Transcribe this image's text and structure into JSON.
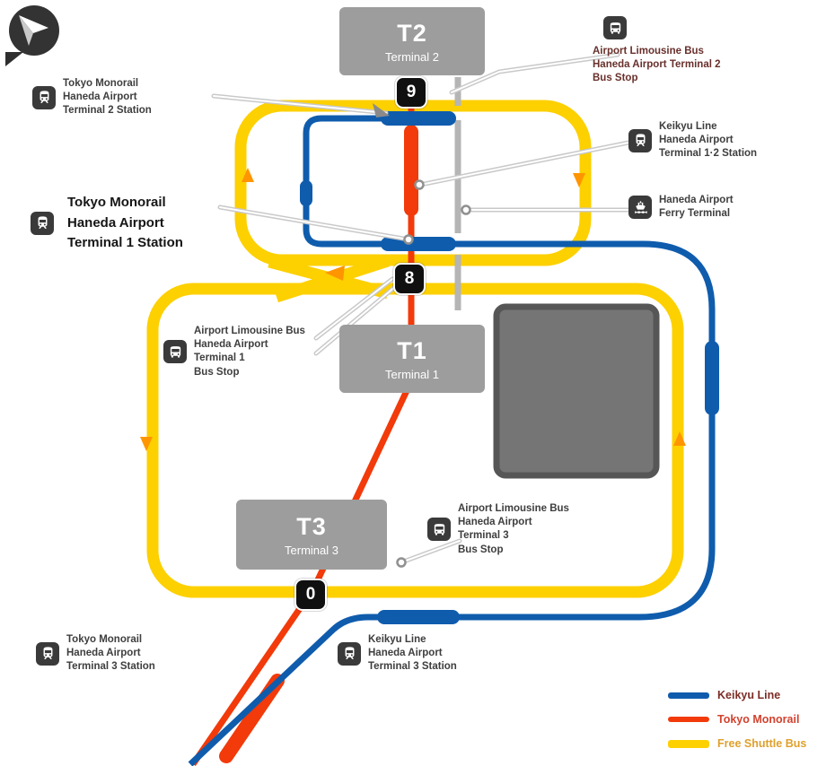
{
  "colors": {
    "monorail_red": "#f23a0a",
    "keikyu_blue": "#0f5cad",
    "shuttle_yellow": "#fdd000",
    "arrow_orange": "#ff9500",
    "terminal_gray": "#9d9d9d"
  },
  "terminals": {
    "t2": {
      "code": "T2",
      "name": "Terminal 2"
    },
    "t1": {
      "code": "T1",
      "name": "Terminal 1"
    },
    "t3": {
      "code": "T3",
      "name": "Terminal 3"
    }
  },
  "badges": {
    "t2": "9",
    "t1": "8",
    "t3": "0"
  },
  "labels": {
    "monorail_t2": {
      "l1": "Tokyo Monorail",
      "l2": "Haneda Airport",
      "l3": "Terminal 2 Station"
    },
    "monorail_t1": {
      "l1": "Tokyo Monorail",
      "l2": "Haneda Airport",
      "l3": "Terminal 1 Station"
    },
    "monorail_t3": {
      "l1": "Tokyo Monorail",
      "l2": "Haneda Airport",
      "l3": "Terminal 3 Station"
    },
    "keikyu_t12": {
      "l1": "Keikyu Line",
      "l2": "Haneda Airport",
      "l3": "Terminal 1·2 Station"
    },
    "keikyu_t3": {
      "l1": "Keikyu Line",
      "l2": "Haneda Airport",
      "l3": "Terminal 3 Station"
    },
    "bus_t2": {
      "l1": "Airport Limousine Bus",
      "l2": "Haneda Airport Terminal 2",
      "l3": "Bus Stop"
    },
    "bus_t1": {
      "l1": "Airport Limousine Bus",
      "l2": "Haneda Airport",
      "l3": "Terminal 1",
      "l4": "Bus Stop"
    },
    "bus_t3": {
      "l1": "Airport Limousine Bus",
      "l2": "Haneda Airport",
      "l3": "Terminal 3",
      "l4": "Bus Stop"
    },
    "ferry": {
      "l1": "Haneda Airport",
      "l2": "Ferry Terminal"
    }
  },
  "legend": {
    "keikyu": {
      "label": "Keikyu Line"
    },
    "monorail": {
      "label": "Tokyo Monorail"
    },
    "shuttle": {
      "label": "Free Shuttle Bus"
    }
  }
}
